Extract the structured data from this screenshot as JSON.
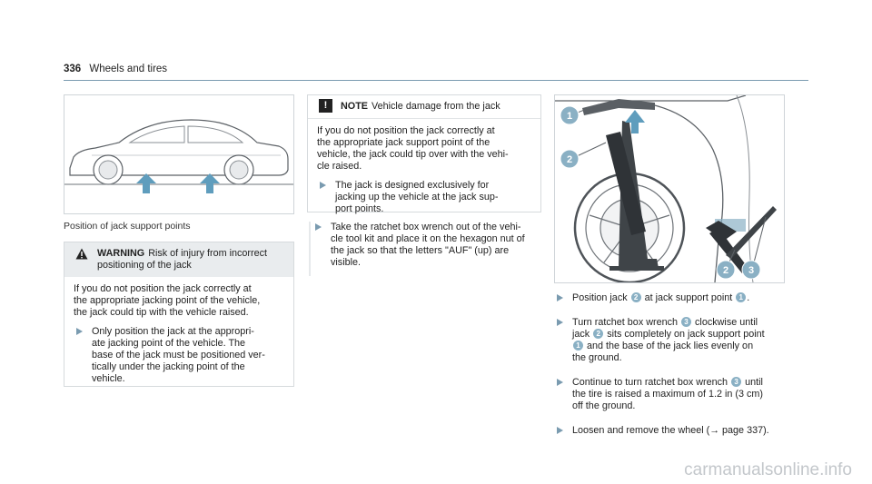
{
  "header": {
    "page_number": "336",
    "section": "Wheels and tires"
  },
  "figure1": {
    "caption": "Position of jack support points"
  },
  "warning": {
    "label": "WARNING",
    "title": "Risk of injury from incorrect positioning of the jack",
    "line1": "If you do not position the jack correctly at",
    "line2": "the appropriate jacking point of the vehicle,",
    "line3": "the jack could tip with the vehicle raised.",
    "step_line1": "Only position the jack at the appropri-",
    "step_line2": "ate jacking point of the vehicle. The",
    "step_line3": "base of the jack must be positioned ver-",
    "step_line4": "tically under the jacking point of the",
    "step_line5": "vehicle."
  },
  "note": {
    "label": "NOTE",
    "title": "Vehicle damage from the jack",
    "line1": "If you do not position the jack correctly at",
    "line2": "the appropriate jack support point of the",
    "line3": "vehicle, the jack could tip over with the vehi-",
    "line4": "cle raised.",
    "step_line1": "The jack is designed exclusively for",
    "step_line2": "jacking up the vehicle at the jack sup-",
    "step_line3": "port points."
  },
  "mid_step": {
    "line1": "Take the ratchet box wrench out of the vehi-",
    "line2": "cle tool kit and place it on the hexagon nut of",
    "line3": "the jack so that the letters \"AUF\" (up) are",
    "line4": "visible."
  },
  "figure2": {
    "callouts": [
      "1",
      "2",
      "2",
      "3"
    ]
  },
  "steps": {
    "s1_a": "Position jack",
    "s1_n1": "2",
    "s1_b": "at jack support point",
    "s1_n2": "1",
    "s1_c": ".",
    "s2_a": "Turn ratchet box wrench",
    "s2_n1": "3",
    "s2_b": "clockwise until",
    "s2_c": "jack",
    "s2_n2": "2",
    "s2_d": "sits completely on jack support point",
    "s2_n3": "1",
    "s2_e": "and the base of the jack lies evenly on",
    "s2_f": "the ground.",
    "s3_a": "Continue to turn ratchet box wrench",
    "s3_n1": "3",
    "s3_b": "until",
    "s3_c": "the tire is raised a maximum of 1.2 in (3 cm)",
    "s3_d": "off the ground.",
    "s4_a": "Loosen and remove the wheel (→ page 337)."
  },
  "watermark": "carmanualsonline.info",
  "colors": {
    "accent": "#8ab0c4",
    "arrow": "#5f9dbd",
    "rule": "#7a9bb0"
  }
}
